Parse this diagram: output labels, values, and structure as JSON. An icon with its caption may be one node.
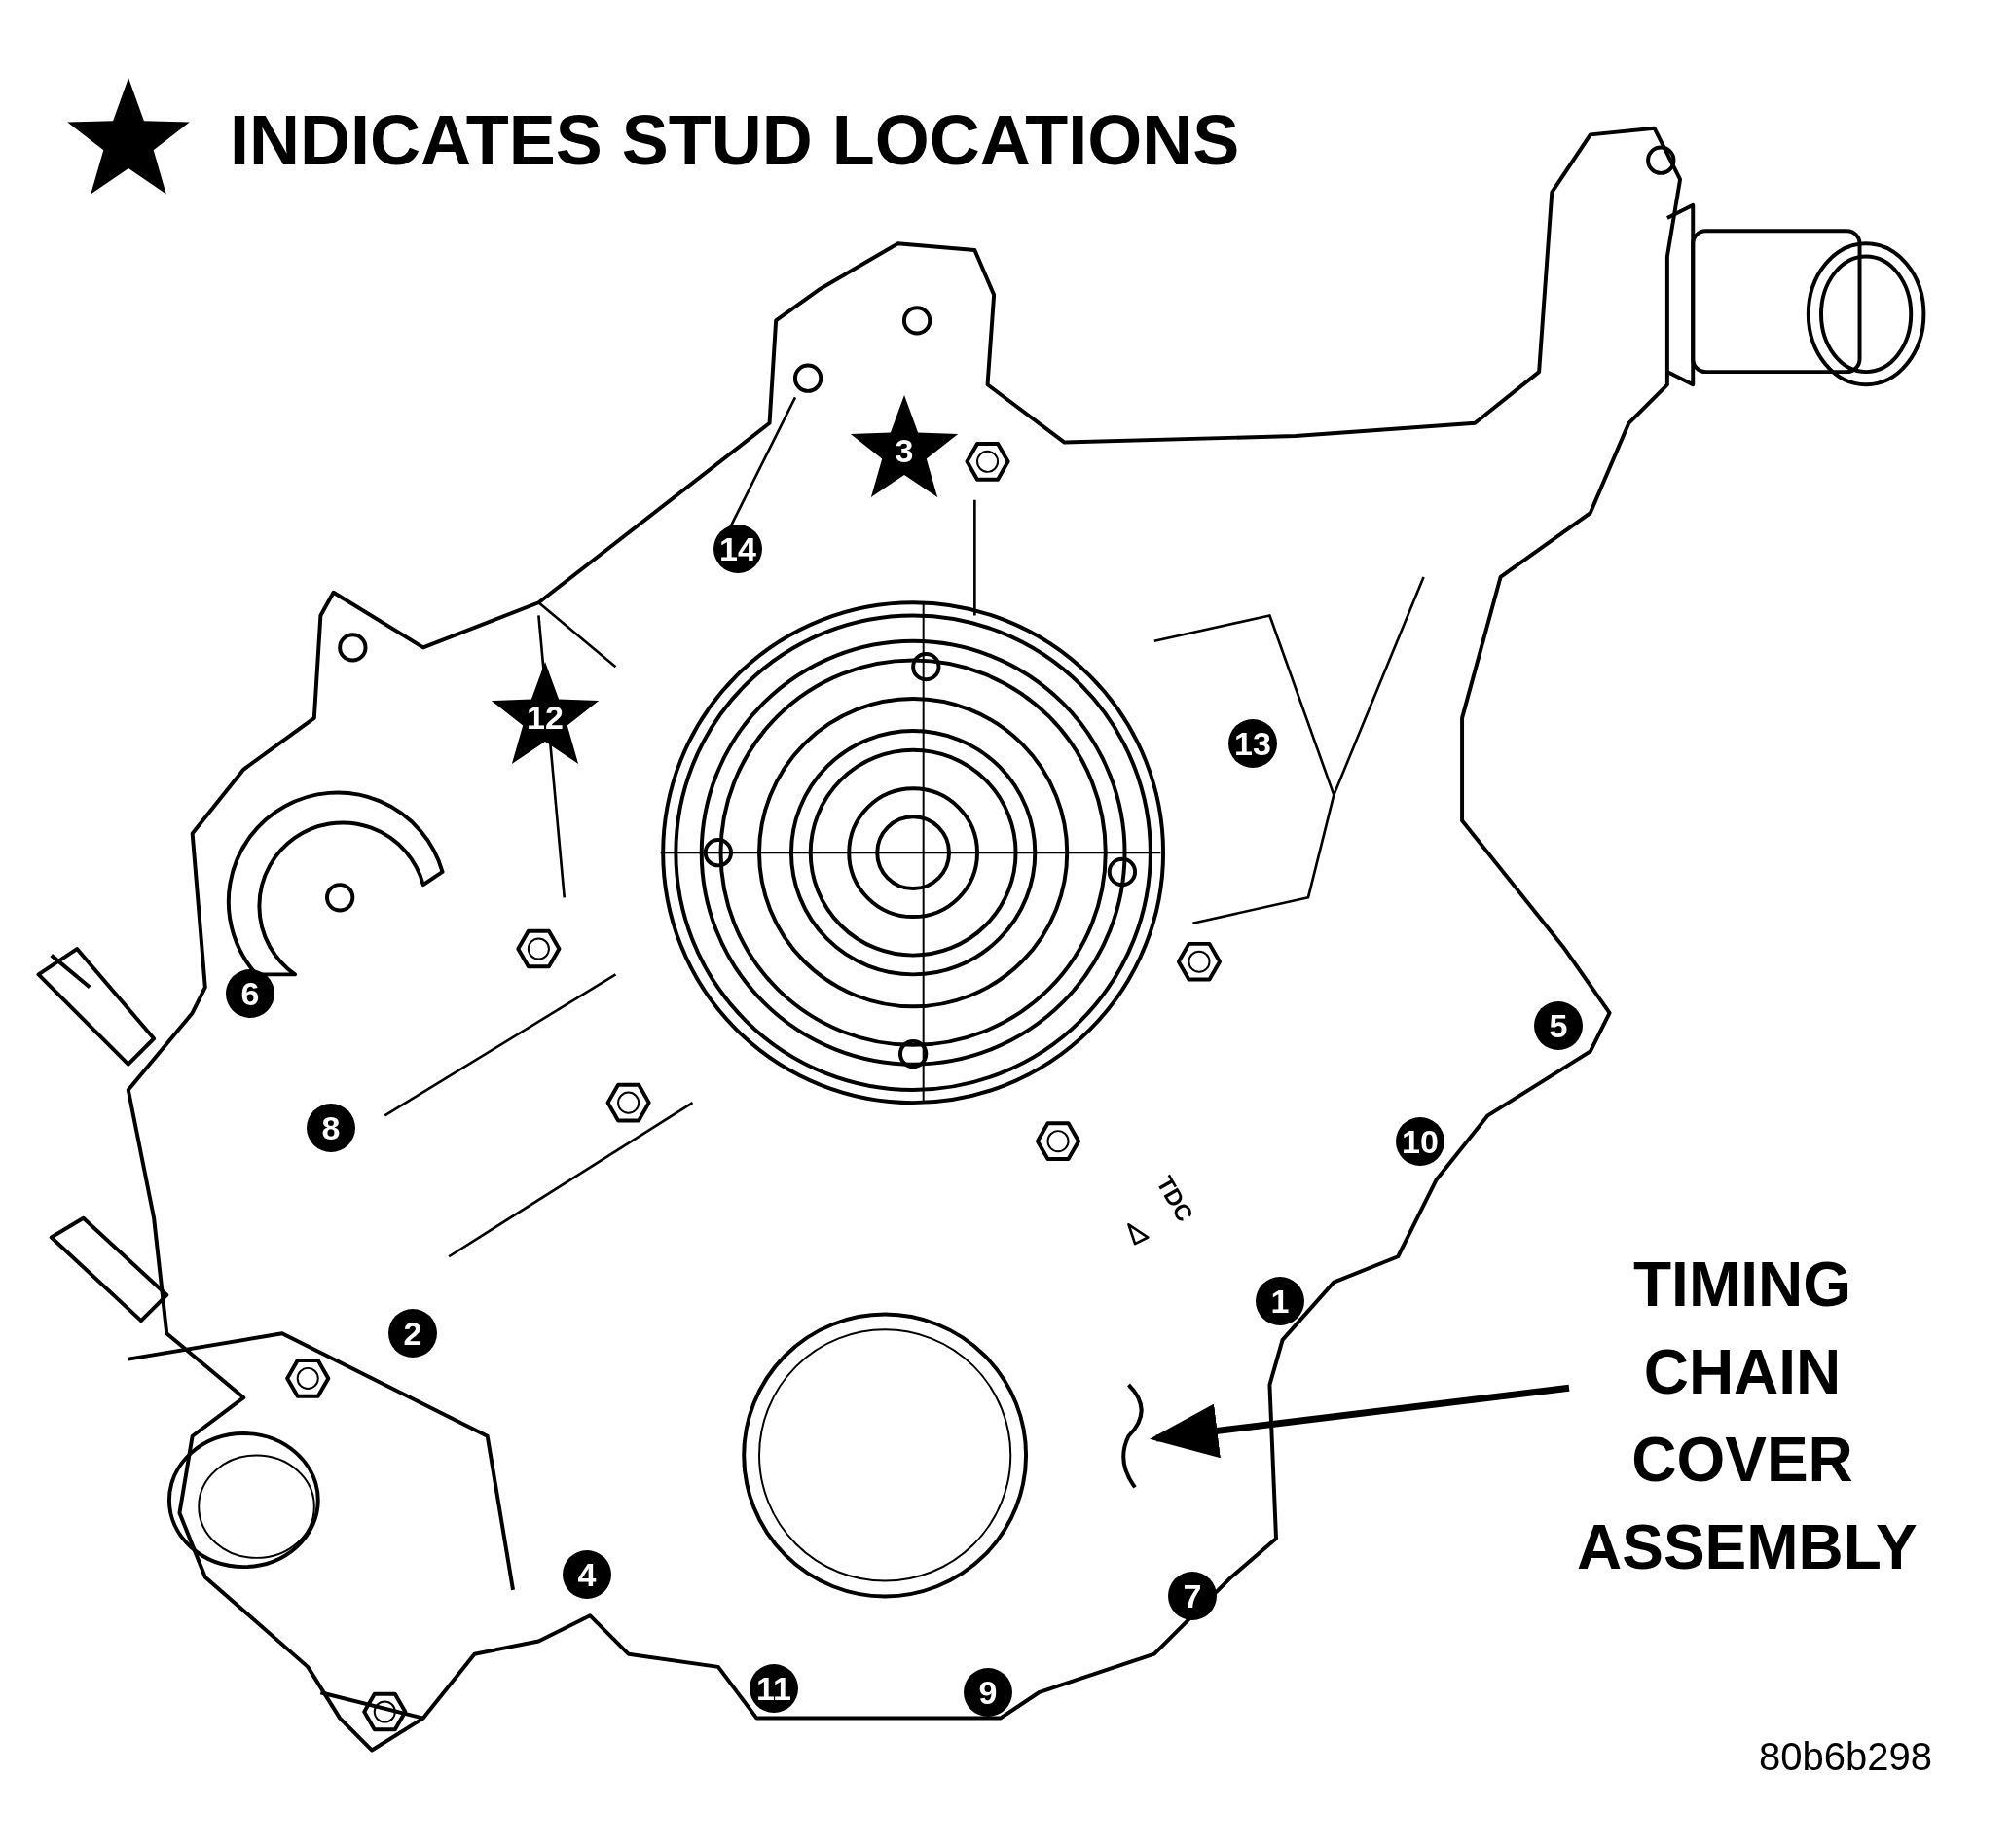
{
  "diagram": {
    "nodes": [
      {
        "text": [
          "TIMING CHAIN COVER ASSEMBLY"
        ]
      },
      {
        "text": [],
        "shape": "picture"
      }
    ],
    "edges": [
      {
        "from": 0,
        "to": 1,
        "arrow": "to"
      }
    ],
    "labels": [
      "3",
      "14",
      "12",
      "13",
      "6",
      "5",
      "8",
      "10",
      "TDC",
      "1",
      "2",
      "4",
      "7",
      "11",
      "9",
      "80b6b298"
    ],
    "legend": [
      {
        "text": "INDICATES STUD LOCATIONS"
      }
    ]
  }
}
